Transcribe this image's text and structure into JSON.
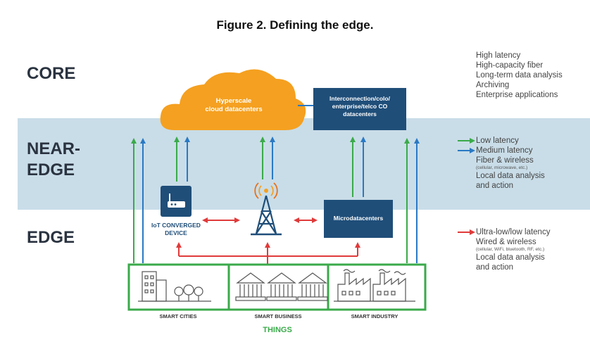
{
  "caption": "Figure 2. Defining the edge.",
  "tiers": {
    "core": "CORE",
    "near_edge_line1": "NEAR-",
    "near_edge_line2": "EDGE",
    "edge": "EDGE"
  },
  "nodes": {
    "cloud_line1": "Hyperscale",
    "cloud_line2": "cloud datacenters",
    "colo_line1": "Interconnection/colo/",
    "colo_line2": "enterprise/telco CO",
    "colo_line3": "datacenters",
    "iot_line1": "IoT CONVERGED",
    "iot_line2": "DEVICE",
    "micro": "Microdatacenters"
  },
  "things": {
    "smart_cities": "SMART CITIES",
    "smart_business": "SMART BUSINESS",
    "smart_industry": "SMART INDUSTRY",
    "label": "THINGS"
  },
  "core_notes": [
    "High latency",
    "High-capacity fiber",
    "Long-term data analysis",
    "Archiving",
    "Enterprise applications"
  ],
  "near_notes": {
    "low_latency": "Low latency",
    "medium_latency": "Medium latency",
    "fiber": "Fiber & wireless",
    "fiber_detail": "(cellular, microwave, etc.)",
    "local1": "Local data analysis",
    "local2": "and action"
  },
  "edge_notes": {
    "ultra": "Ultra-low/low latency",
    "wired": "Wired & wireless",
    "wired_detail": "(cellular, WiFi, bluetooth, RF, etc.)",
    "local1": "Local data analysis",
    "local2": "and action"
  },
  "colors": {
    "band": "#c9dde8",
    "orange": "#f5a020",
    "navy": "#1f4e79",
    "green": "#3aaa4a",
    "blue": "#2a79c4",
    "red": "#e03a3a"
  }
}
